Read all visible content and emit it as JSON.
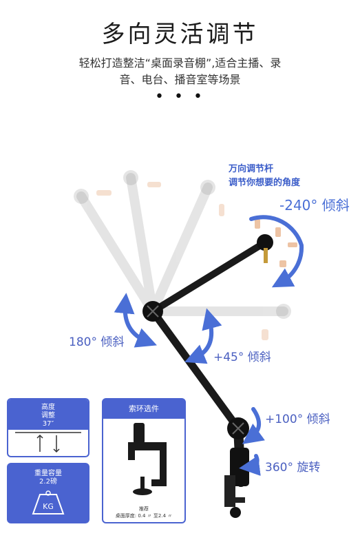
{
  "header": {
    "title": "多向灵活调节",
    "subtitle_line1": "轻松打造整洁“桌面录音棚”,适合主播、录",
    "subtitle_line2": "音、电台、播音室等场景",
    "dots": "• • •"
  },
  "annotations": {
    "note_line1": "万向调节杆",
    "note_line2": "调节你想要的角度",
    "angle_minus240": "-240°  倾斜",
    "angle_180": "180°  倾斜",
    "angle_plus45": "+45°  倾斜",
    "angle_plus100": "+100°  倾斜",
    "angle_360": "360°  旋转"
  },
  "cards": {
    "height": {
      "label": "高度\n调整",
      "label_line1": "高度",
      "label_line2": "调整",
      "value": "37″"
    },
    "weight": {
      "label": "重量容量",
      "value": "2.2磅",
      "icon_text": "KG"
    },
    "clamp": {
      "title": "索环选件",
      "foot_line1": "推荐",
      "foot_line2": "桌面厚度: 0.4 〃 至2.4 〃"
    }
  },
  "colors": {
    "accent": "#4a63d0",
    "arrow": "#4a6fd6",
    "arm": "#1a1a1a"
  }
}
